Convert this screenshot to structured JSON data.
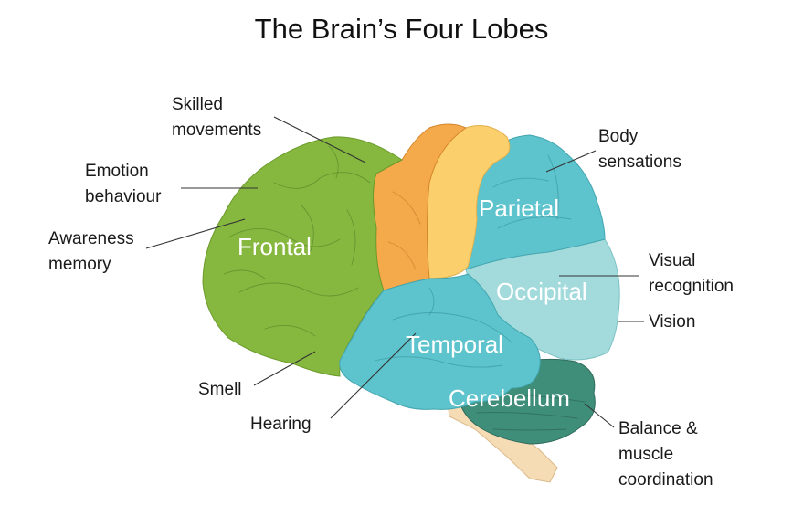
{
  "title": "The Brain’s Four Lobes",
  "lobes": {
    "frontal": "Frontal",
    "parietal": "Parietal",
    "occipital": "Occipital",
    "temporal": "Temporal",
    "cerebellum": "Cerebellum"
  },
  "labels": {
    "skilled_1": "Skilled",
    "skilled_2": "movements",
    "emotion_1": "Emotion",
    "emotion_2": "behaviour",
    "awareness_1": "Awareness",
    "awareness_2": "memory",
    "smell": "Smell",
    "hearing": "Hearing",
    "body_1": "Body",
    "body_2": "sensations",
    "visual_1": "Visual",
    "visual_2": "recognition",
    "vision": "Vision",
    "balance_1": "Balance &",
    "balance_2": "muscle",
    "balance_3": "coordination"
  },
  "colors": {
    "frontal": "#86b83f",
    "motor": "#f4a94a",
    "sensory": "#fbd06c",
    "parietal": "#5dc3cc",
    "occipital": "#a3dbdc",
    "temporal": "#5dc3cc",
    "cerebellum": "#3f8e7a",
    "brainstem": "#f6dcb4"
  }
}
